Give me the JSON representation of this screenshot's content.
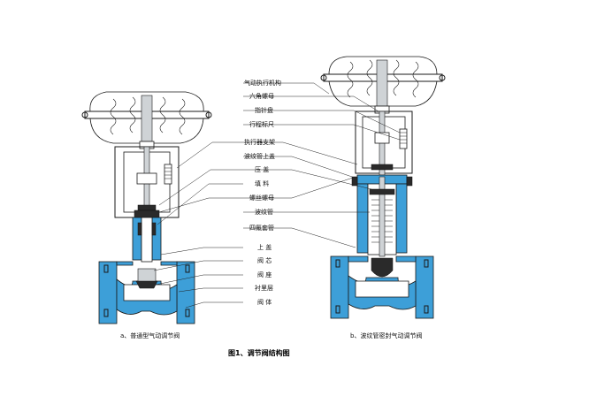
{
  "labels": [
    "气动执行机构",
    "六角螺母",
    "指针盘",
    "行程标尺",
    "执行器支架",
    "波纹管上盖",
    "压  盖",
    "填  料",
    "螺丝螺母",
    "波纹管",
    "四氟套管",
    "上  盖",
    "阀  芯",
    "阀  座",
    "衬里层",
    "阀  体"
  ],
  "captions": {
    "left": "a、普通型气动调节阀",
    "right": "b、波纹管密封气动调节阀"
  },
  "figure_title": "图1、调节阀结构图",
  "colors": {
    "lining": "#3d9fd8",
    "outline": "#1a1a1a"
  }
}
